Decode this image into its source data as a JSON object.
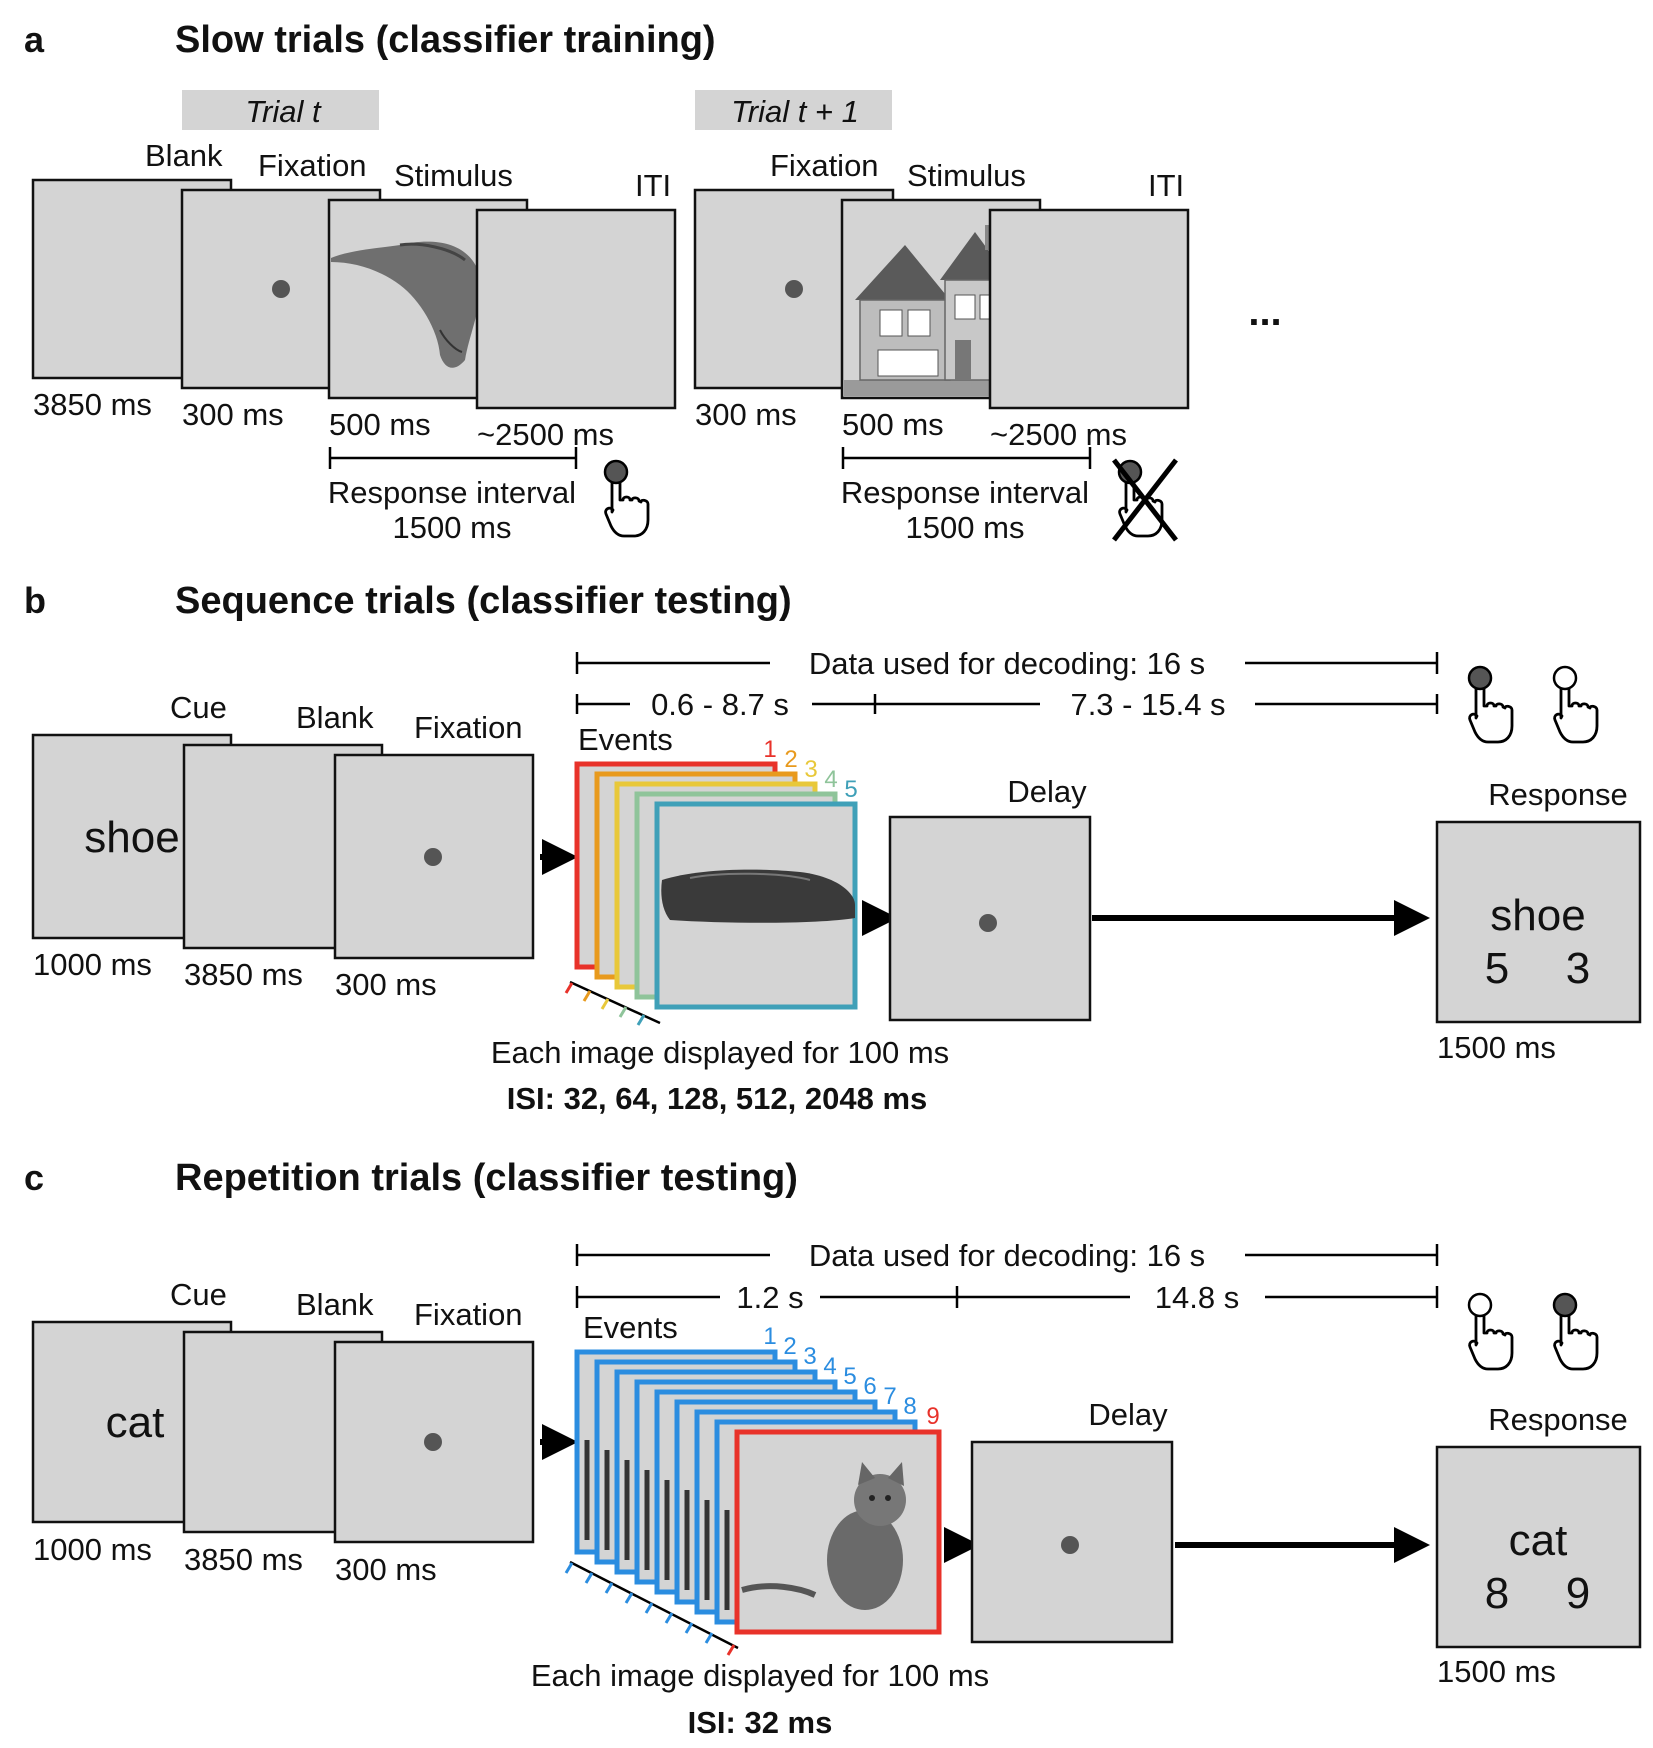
{
  "panels": [
    {
      "letter": "a",
      "title": "Slow trials (classifier training)"
    },
    {
      "letter": "b",
      "title": "Sequence trials (classifier testing)"
    },
    {
      "letter": "c",
      "title": "Repetition trials (classifier testing)"
    }
  ],
  "slow": {
    "trial_t": "Trial t",
    "trial_t1": "Trial t + 1",
    "screens1": [
      "Blank",
      "Fixation",
      "Stimulus",
      "ITI"
    ],
    "durations1": [
      "3850 ms",
      "300 ms",
      "500 ms",
      "~2500 ms"
    ],
    "screens2": [
      "Fixation",
      "Stimulus",
      "ITI"
    ],
    "durations2": [
      "300 ms",
      "500 ms",
      "~2500 ms"
    ],
    "response_interval": "Response interval",
    "response_ms": "1500 ms",
    "ellipsis": "..."
  },
  "sequence": {
    "screens": [
      "Cue",
      "Blank",
      "Fixation",
      "Events",
      "Delay",
      "Response"
    ],
    "cue_word": "shoe",
    "durations": [
      "1000 ms",
      "3850 ms",
      "300 ms",
      "1500 ms"
    ],
    "decoding": "Data used for decoding: 16 s",
    "range1": "0.6 - 8.7 s",
    "range2": "7.3 - 15.4 s",
    "event_numbers": [
      "1",
      "2",
      "3",
      "4",
      "5"
    ],
    "response_word": "shoe",
    "response_options": [
      "5",
      "3"
    ],
    "display_note": "Each image displayed for 100 ms",
    "isi": "ISI: 32, 64, 128, 512, 2048 ms"
  },
  "repetition": {
    "screens": [
      "Cue",
      "Blank",
      "Fixation",
      "Events",
      "Delay",
      "Response"
    ],
    "cue_word": "cat",
    "durations": [
      "1000 ms",
      "3850 ms",
      "300 ms",
      "1500 ms"
    ],
    "decoding": "Data used for decoding: 16 s",
    "range1": "1.2 s",
    "range2": "14.8 s",
    "event_numbers": [
      "1",
      "2",
      "3",
      "4",
      "5",
      "6",
      "7",
      "8",
      "9"
    ],
    "response_word": "cat",
    "response_options": [
      "8",
      "9"
    ],
    "display_note": "Each image displayed for 100 ms",
    "isi": "ISI: 32 ms"
  },
  "colors": {
    "screen": "#d4d4d4",
    "dot": "#555555",
    "event1": "#e8322a",
    "event2": "#e89a1e",
    "event3": "#e8c83a",
    "event4": "#8fc49a",
    "event5": "#3fa0b8",
    "repeat": "#2b8de0",
    "target": "#e8322a"
  }
}
